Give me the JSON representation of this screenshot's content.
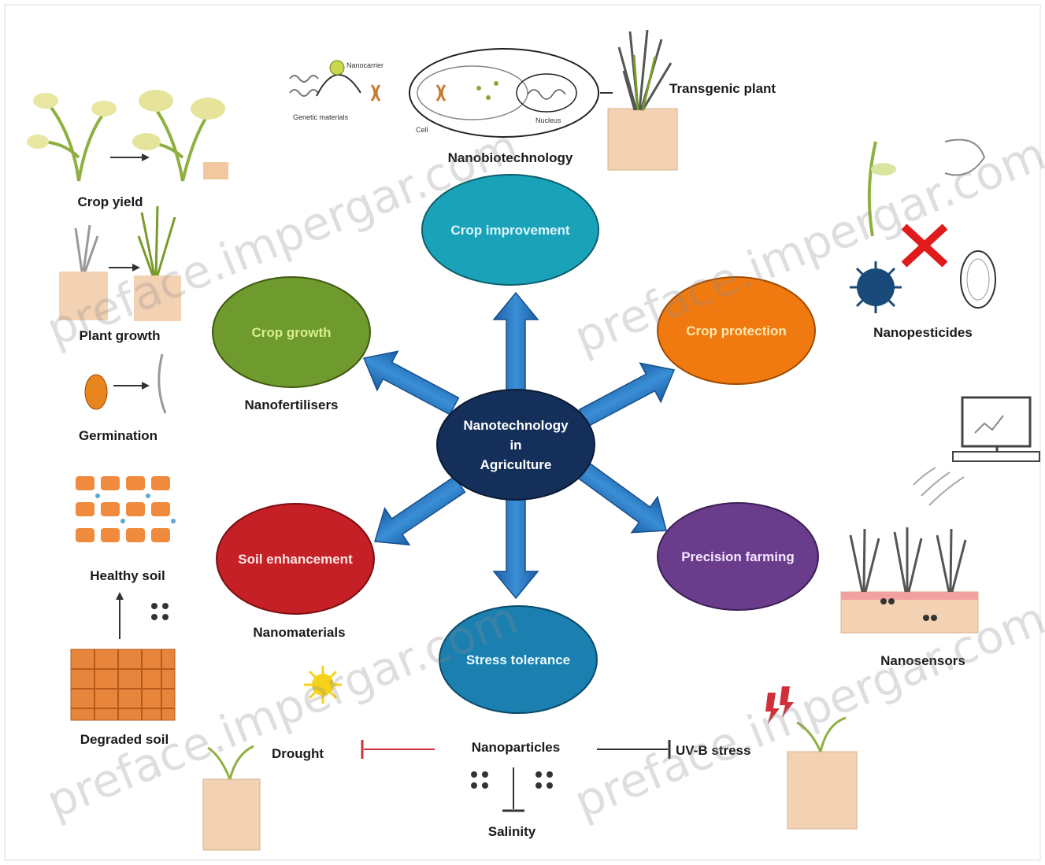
{
  "center": {
    "lines": [
      "Nanotechnology",
      "in",
      "Agriculture"
    ],
    "color": "#14305a"
  },
  "nodes": {
    "crop_improvement": {
      "label": "Crop improvement",
      "color": "#1aa3b8",
      "caption": "Nanobiotechnology"
    },
    "crop_growth": {
      "label": "Crop growth",
      "color": "#6f9a2e",
      "caption": "Nanofertilisers"
    },
    "crop_protection": {
      "label": "Crop protection",
      "color": "#f07a10",
      "caption": "Nanopesticides"
    },
    "soil_enhancement": {
      "label": "Soil enhancement",
      "color": "#c42026",
      "caption": "Nanomaterials"
    },
    "precision_farming": {
      "label": "Precision farming",
      "color": "#6a3d8c",
      "caption": "Nanosensors"
    },
    "stress_tolerance": {
      "label": "Stress tolerance",
      "color": "#1b7fb0",
      "caption": "Nanoparticles"
    }
  },
  "left_labels": {
    "crop_yield": "Crop yield",
    "plant_growth": "Plant growth",
    "germination": "Germination",
    "healthy_soil": "Healthy soil",
    "degraded_soil": "Degraded soil"
  },
  "top_labels": {
    "transgenic_plant": "Transgenic plant",
    "nanocarrier": "Nanocarrier",
    "genetic_material": "Genetic materials",
    "cell": "Cell",
    "nucleus": "Nucleus"
  },
  "stress_labels": {
    "drought": "Drought",
    "uvb": "UV-B stress",
    "salinity": "Salinity"
  },
  "watermark": "preface.impergar.com",
  "colors": {
    "arrow": "#1f6fb8",
    "soil": "#f3d2b4",
    "plant": "#7a9a2a",
    "inhibit": "#d0303a"
  }
}
